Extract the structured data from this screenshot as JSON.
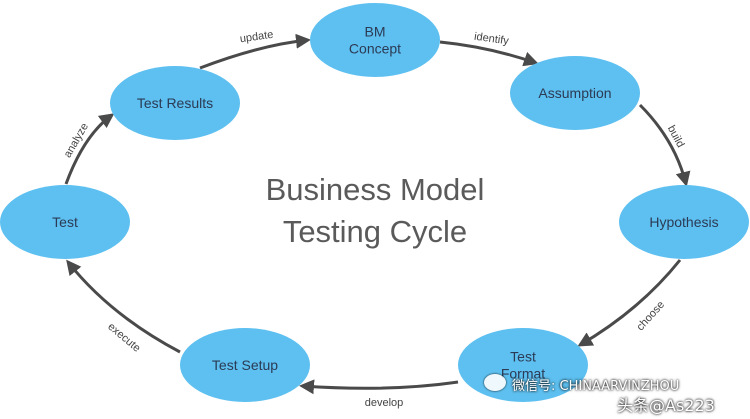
{
  "title": {
    "line1": "Business Model",
    "line2": "Testing Cycle"
  },
  "nodes": [
    {
      "id": "bm-concept",
      "lines": [
        "BM",
        "Concept"
      ]
    },
    {
      "id": "assumption",
      "lines": [
        "Assumption"
      ]
    },
    {
      "id": "hypothesis",
      "lines": [
        "Hypothesis"
      ]
    },
    {
      "id": "test-format",
      "lines": [
        "Test",
        "Format"
      ]
    },
    {
      "id": "test-setup",
      "lines": [
        "Test Setup"
      ]
    },
    {
      "id": "test",
      "lines": [
        "Test"
      ]
    },
    {
      "id": "test-results",
      "lines": [
        "Test Results"
      ]
    }
  ],
  "edges": [
    {
      "from": "bm-concept",
      "to": "assumption",
      "label": "identify"
    },
    {
      "from": "assumption",
      "to": "hypothesis",
      "label": "build"
    },
    {
      "from": "hypothesis",
      "to": "test-format",
      "label": "choose"
    },
    {
      "from": "test-format",
      "to": "test-setup",
      "label": "develop"
    },
    {
      "from": "test-setup",
      "to": "test",
      "label": "execute"
    },
    {
      "from": "test",
      "to": "test-results",
      "label": "analyze"
    },
    {
      "from": "test-results",
      "to": "bm-concept",
      "label": "update"
    }
  ],
  "colors": {
    "node_fill": "#5ec0f0",
    "node_text": "#2b3a55",
    "arrow": "#4a4a4a",
    "title": "#5a5a5a"
  },
  "watermark": {
    "line1": "微信号: CHINAARVINZHOU",
    "line2": "头条@As223"
  }
}
